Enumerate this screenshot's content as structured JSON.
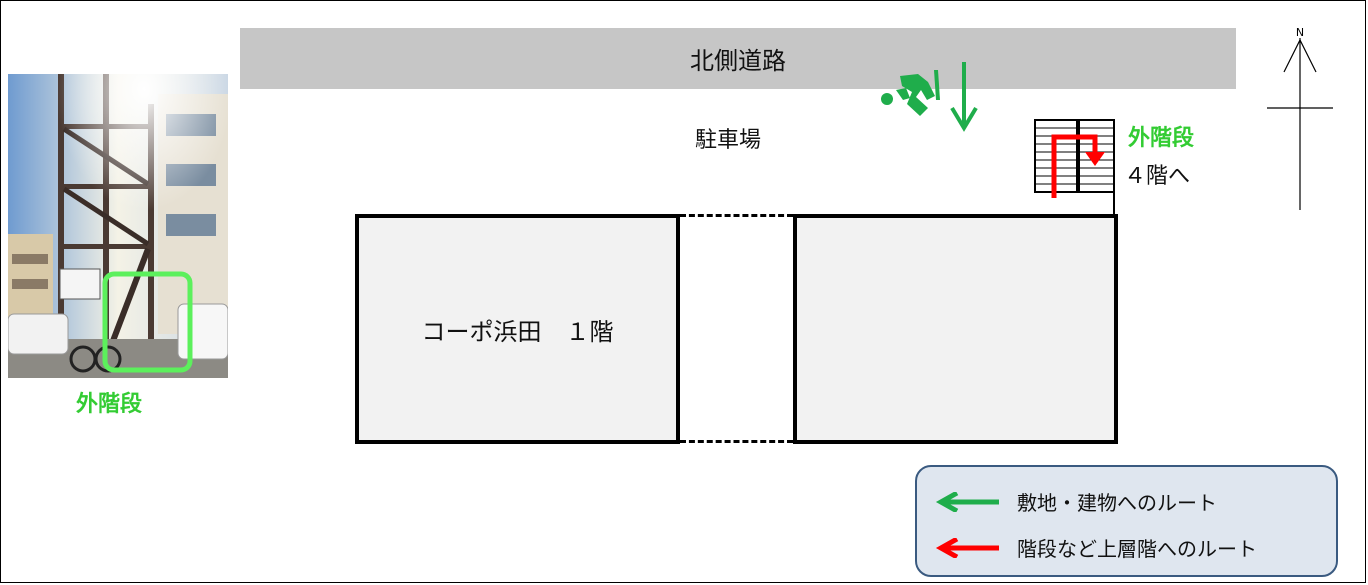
{
  "road_label": "北側道路",
  "parking_label": "駐車場",
  "building_label": "コーポ浜田　１階",
  "photo_caption": "外階段",
  "stair_label": "外階段",
  "stair_sub": "４階へ",
  "compass_label": "N",
  "legend": {
    "green_label": "敷地・建物へのルート",
    "red_label": "階段など上層階へのルート"
  },
  "colors": {
    "route_green": "#1fad4b",
    "route_red": "#ff0000",
    "label_green": "#33cc33",
    "road_gray": "#c6c6c6",
    "building_fill": "#f2f2f2",
    "legend_fill": "#dfe6ef",
    "legend_border": "#3a5a80"
  }
}
